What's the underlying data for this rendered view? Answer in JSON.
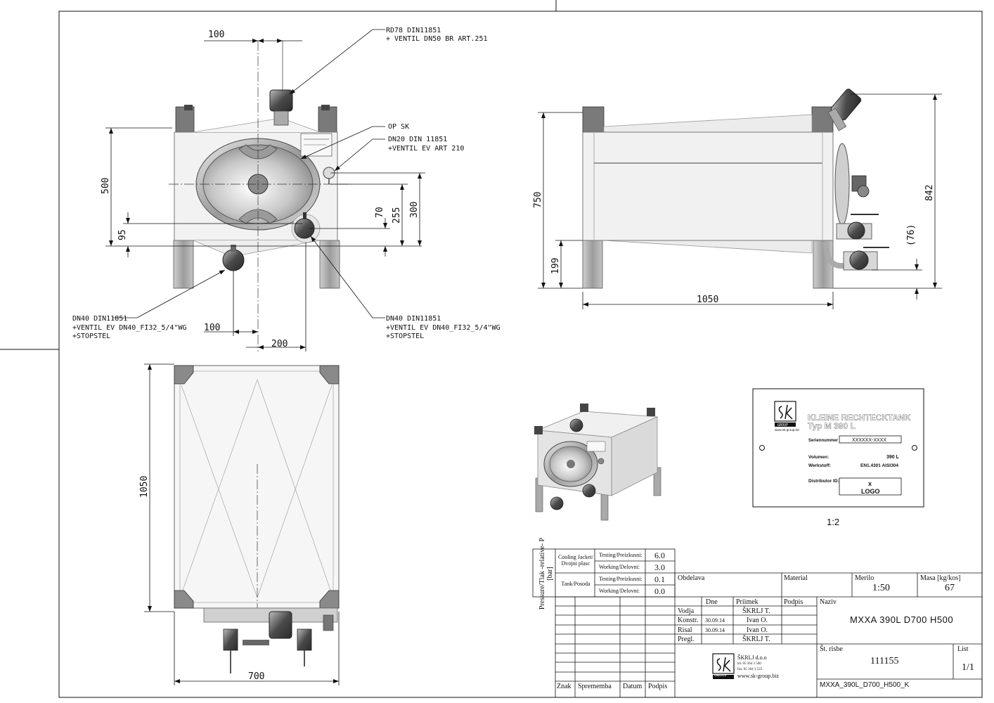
{
  "views": {
    "front": {
      "dims": {
        "d100_top": "100",
        "d500": "500",
        "d95": "95",
        "d70": "70",
        "d255": "255",
        "d300": "300",
        "d100_bottom": "100",
        "d200": "200"
      },
      "callouts": {
        "rd78_line1": "RD78 DIN11851",
        "rd78_line2": "+ VENTIL DN50 BR ART.251",
        "opsk": "OP SK",
        "dn20_line1": "DN20 DIN 11851",
        "dn20_line2": "+VENTIL EV ART 210",
        "dn40l_line1": "DN40 DIN11851",
        "dn40l_line2": "+VENTIL EV DN40_FI32_5/4\"WG",
        "dn40l_line3": "+STOPSTEL",
        "dn40r_line1": "DN40 DIN11851",
        "dn40r_line2": "+VENTIL EV DN40_FI32_5/4\"WG",
        "dn40r_line3": "+STOPSTEL"
      }
    },
    "side": {
      "dims": {
        "d750": "750",
        "d199": "199",
        "d842": "842",
        "d76": "(76)",
        "d1050": "1050"
      }
    },
    "top": {
      "dims": {
        "d1050": "1050",
        "d700": "700"
      }
    }
  },
  "nameplate": {
    "title_line1": "KLEINE RECHTECKTANK",
    "title_line2": "Typ M 390 L",
    "serial_label": "Seriennummer",
    "serial_value": "XXXXXX-XXXX",
    "volume_label": "Volumen:",
    "volume_value": "390 L",
    "material_label": "Werkstoff:",
    "material_value": "EN1.4301 AISI304",
    "distributor_label": "Distributor ID:",
    "logo_x": "x",
    "logo_text": "LOGO",
    "brand_sub": "GROUP",
    "brand_url": "www.sk-group.biz",
    "scale": "1:2"
  },
  "pressure_table": {
    "vertical_label": "Pressure/Tlak -relative- P [bar]",
    "rows": [
      {
        "group": "Cooling Jacket/ Dvojni plasc",
        "kind": "Testing/Preizkusni:",
        "value": "6.0"
      },
      {
        "group": "",
        "kind": "Working/Delovni:",
        "value": "3.0"
      },
      {
        "group": "Tank/Posoda",
        "kind": "Testing/Preizkusni:",
        "value": "0.1"
      },
      {
        "group": "",
        "kind": "Working/Delovni:",
        "value": "0.0"
      }
    ]
  },
  "title_block": {
    "obdelava_label": "Obdelava",
    "material_label": "Material",
    "merilo_label": "Merilo",
    "merilo_value": "1:50",
    "masa_label": "Masa [kg/kos]",
    "masa_value": "67",
    "col_dne": "Dne",
    "col_priimek": "Priimek",
    "col_podpis": "Podpis",
    "naziv_label": "Naziv",
    "naziv_value": "MXXA 390L D700 H500",
    "rows": [
      {
        "role": "Vodja",
        "date": "",
        "name": "ŠKRLJ T."
      },
      {
        "role": "Konstr.",
        "date": "30.09.14",
        "name": "Ivan O."
      },
      {
        "role": "Risal",
        "date": "30.09.14",
        "name": "Ivan O."
      },
      {
        "role": "Pregl.",
        "date": "",
        "name": "ŠKRLJ T."
      }
    ],
    "st_risbe_label": "Št. risbe",
    "st_risbe_value": "111155",
    "list_label": "List",
    "list_value": "1/1",
    "file_name": "MXXA_390L_D700_H500_K",
    "company_name": "ŠKRLJ d.o.o",
    "company_tel": "tel. 05 364 3 500",
    "company_fax": "fax. 05 364 3 525",
    "company_web": "www.sk-group.biz",
    "company_sub": "GROUP",
    "footer_znak": "Znak",
    "footer_sprememba": "Sprememba",
    "footer_datum": "Datum",
    "footer_podpis": "Podpis"
  }
}
